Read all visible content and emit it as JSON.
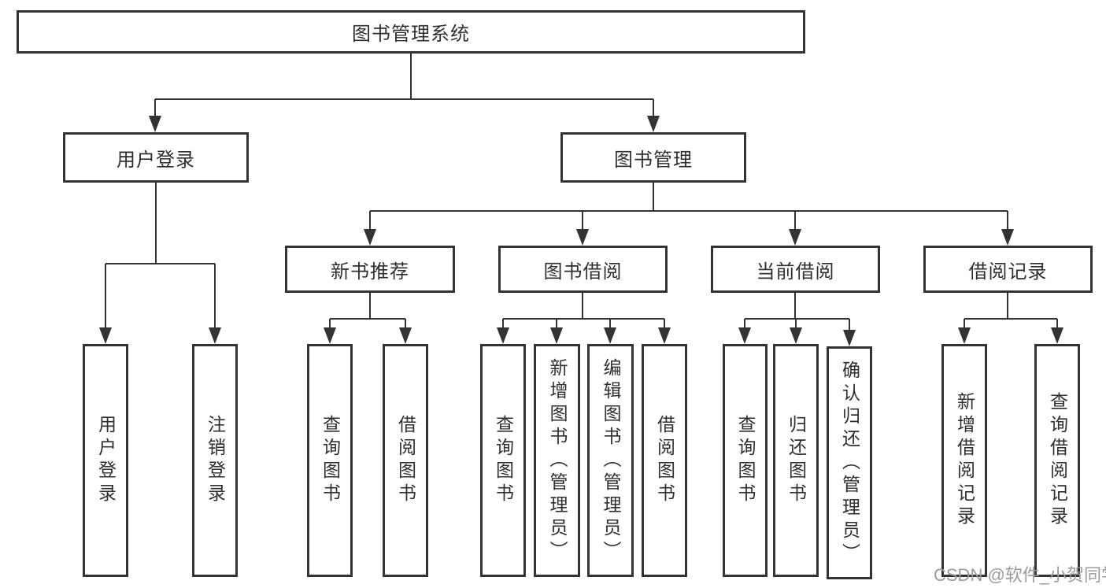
{
  "diagram": {
    "root": {
      "label": "图书管理系统"
    },
    "level1": [
      {
        "label": "用户登录"
      },
      {
        "label": "图书管理"
      }
    ],
    "level2": [
      {
        "label": "新书推荐"
      },
      {
        "label": "图书借阅"
      },
      {
        "label": "当前借阅"
      },
      {
        "label": "借阅记录"
      }
    ],
    "leaves": {
      "user_login": [
        {
          "label": "用户登录"
        },
        {
          "label": "注销登录"
        }
      ],
      "new_books": [
        {
          "label": "查询图书"
        },
        {
          "label": "借阅图书"
        }
      ],
      "book_borrow": [
        {
          "label": "查询图书"
        },
        {
          "label": "新增图书（管理员）"
        },
        {
          "label": "编辑图书（管理员）"
        },
        {
          "label": "借阅图书"
        }
      ],
      "current_borrow": [
        {
          "label": "查询图书"
        },
        {
          "label": "归还图书"
        },
        {
          "label": "确认归还（管理员）"
        }
      ],
      "borrow_records": [
        {
          "label": "新增借阅记录"
        },
        {
          "label": "查询借阅记录"
        }
      ]
    }
  },
  "watermark": "CSDN @软件_小贺同学",
  "colors": {
    "line": "#333333",
    "box_border": "#333333",
    "text": "#2f2f2f",
    "watermark": "#9b9b9b",
    "background": "#ffffff"
  }
}
